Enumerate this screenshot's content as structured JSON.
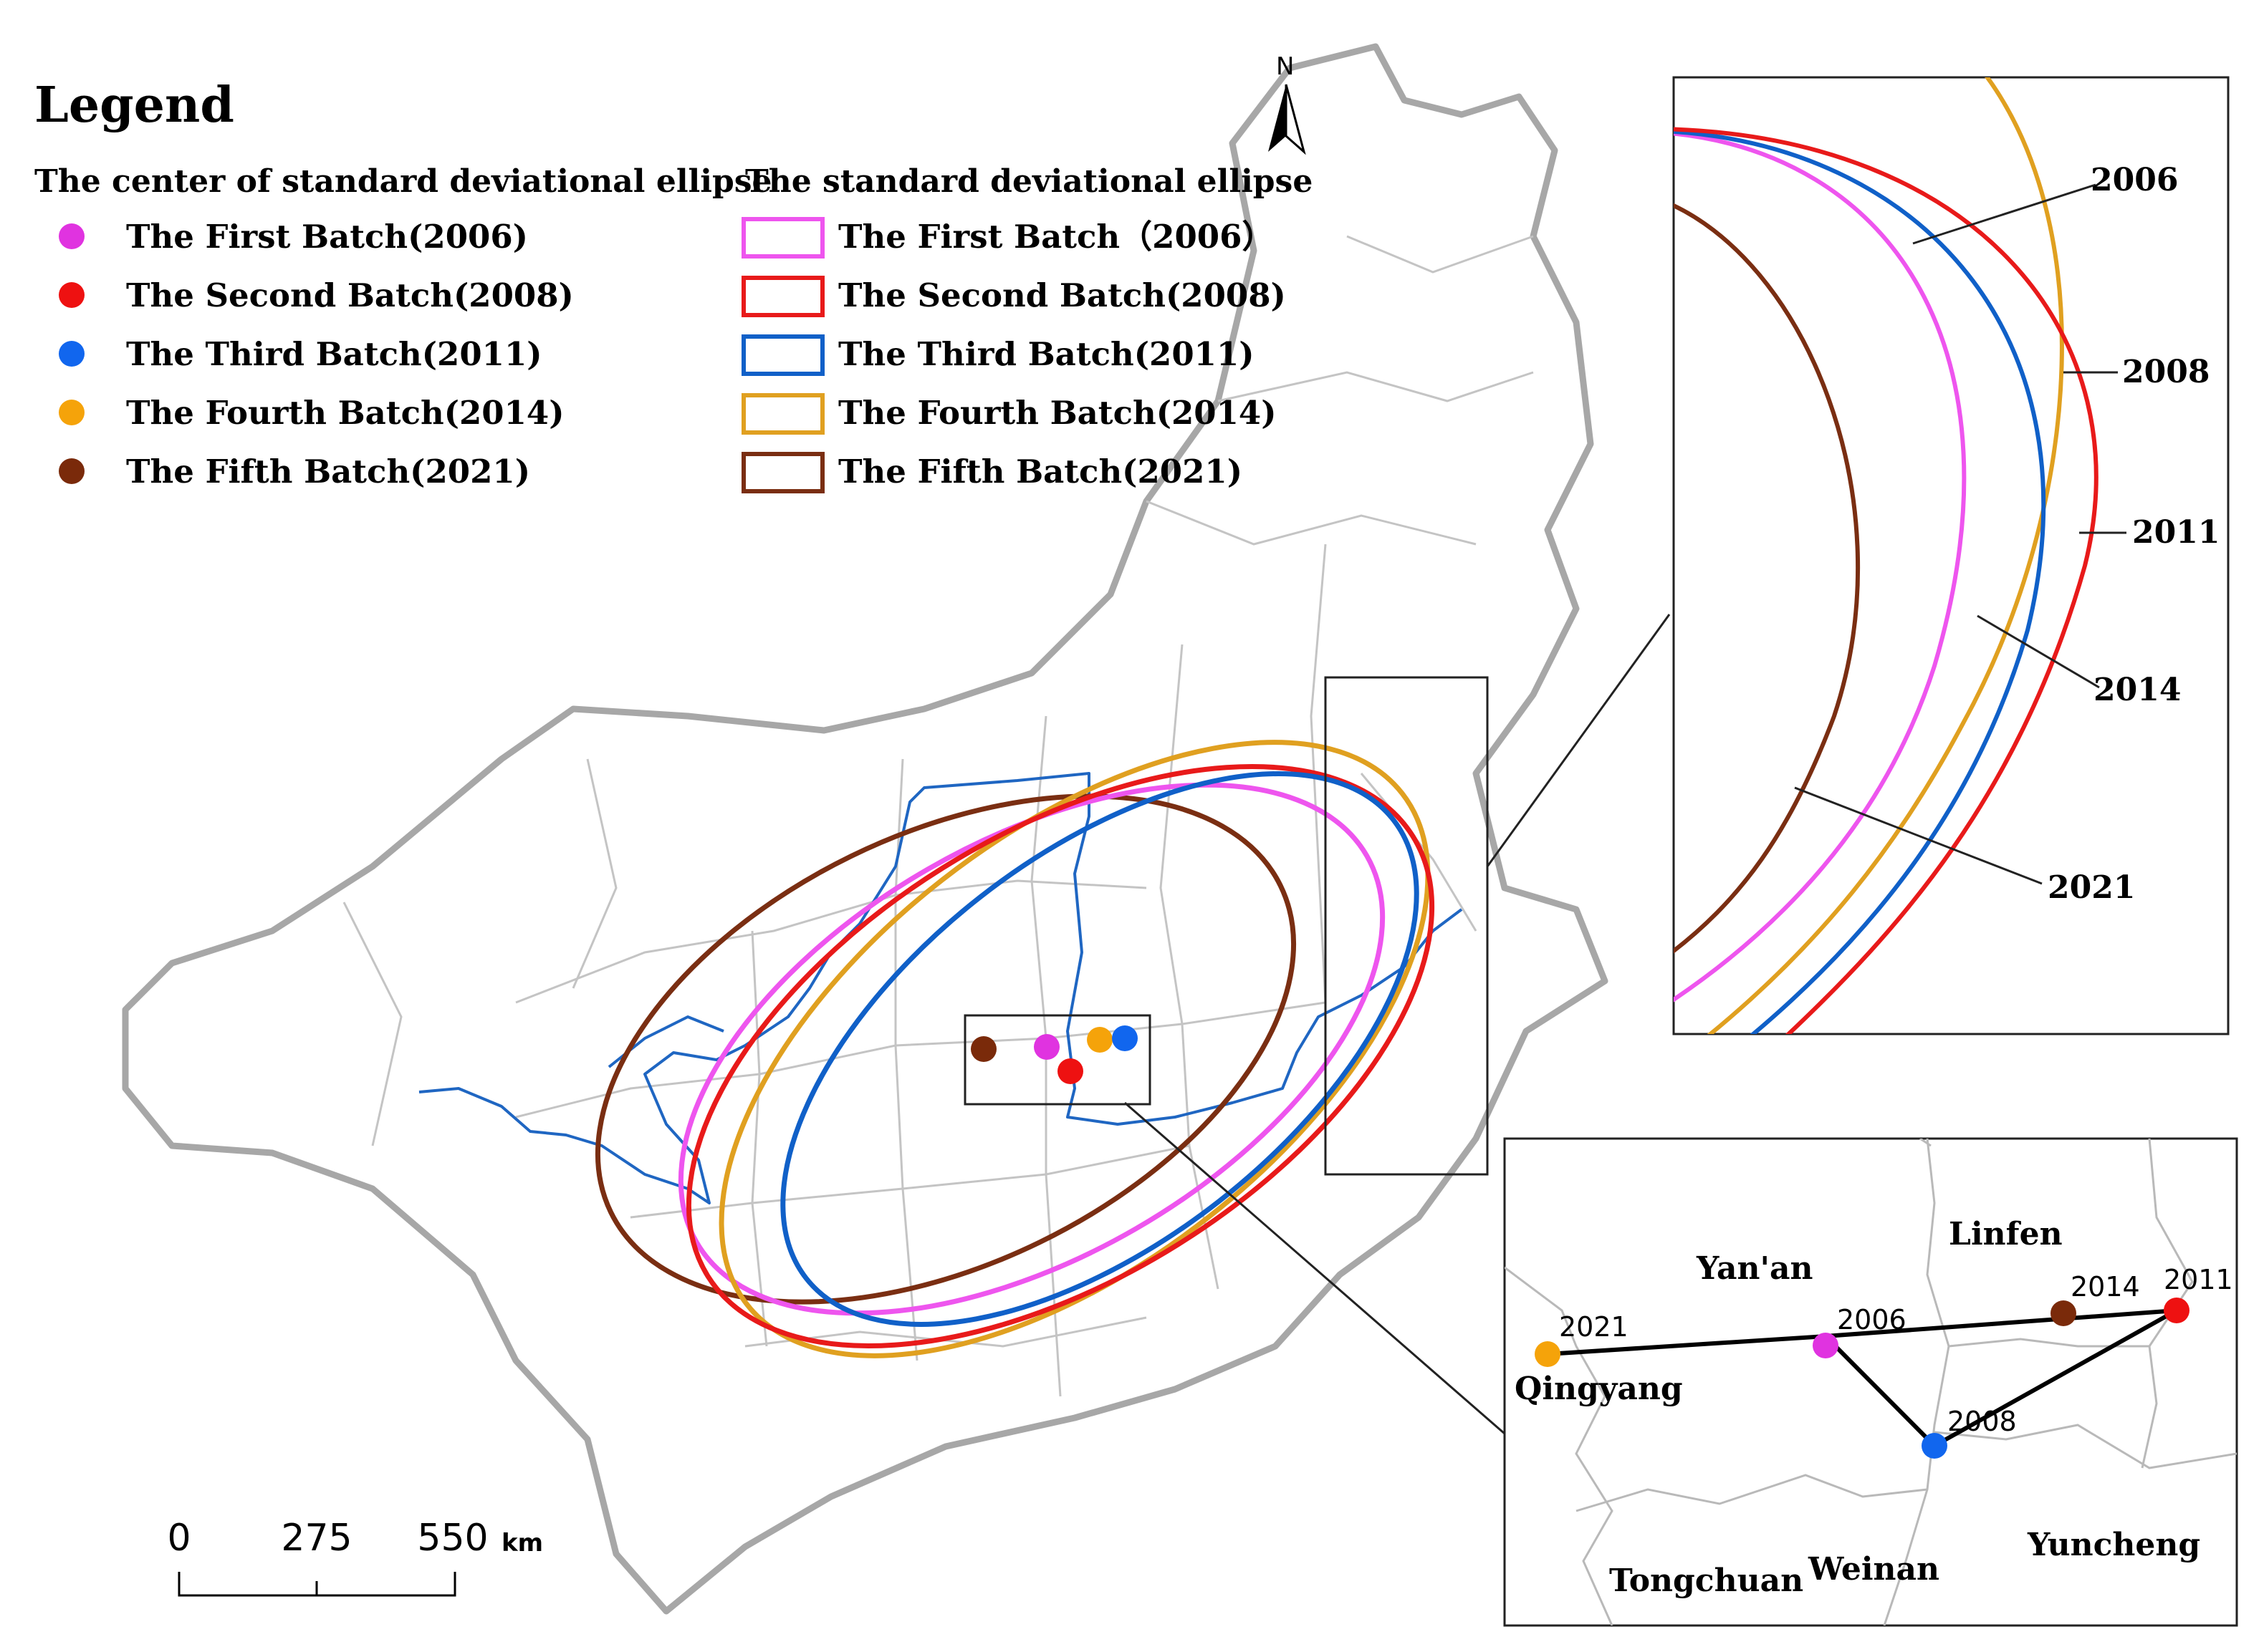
{
  "legend": {
    "title": "Legend",
    "center_heading": "The center of standard deviational ellipse",
    "ellipse_heading": "The standard deviational ellipse",
    "centers": [
      {
        "label": "The First Batch(2006)",
        "color": "#e033e0"
      },
      {
        "label": "The Second Batch(2008)",
        "color": "#ee1111"
      },
      {
        "label": "The Third Batch(2011)",
        "color": "#1166ee"
      },
      {
        "label": "The Fourth Batch(2014)",
        "color": "#f5a30a"
      },
      {
        "label": "The Fifth Batch(2021)",
        "color": "#7a2a0a"
      }
    ],
    "ellipses": [
      {
        "label": "The First Batch（2006）",
        "color": "#ee55ee"
      },
      {
        "label": "The Second Batch(2008)",
        "color": "#e81a1a"
      },
      {
        "label": "The Third Batch(2011)",
        "color": "#1060c8"
      },
      {
        "label": "The Fourth Batch(2014)",
        "color": "#e0a020"
      },
      {
        "label": "The Fifth Batch(2021)",
        "color": "#7a2e12"
      }
    ]
  },
  "north_arrow": {
    "label": "N"
  },
  "scale_bar": {
    "ticks": [
      "0",
      "275",
      "550"
    ],
    "unit": "km"
  },
  "zoom_ellipse": {
    "year_labels": [
      "2006",
      "2008",
      "2011",
      "2014",
      "2021"
    ]
  },
  "zoom_centers": {
    "cities": [
      "Linfen",
      "Yan'an",
      "Qingyang",
      "Tongchuan",
      "Weinan",
      "Yuncheng"
    ],
    "points": [
      {
        "year": "2021",
        "color": "#f5a30a"
      },
      {
        "year": "2006",
        "color": "#e033e0"
      },
      {
        "year": "2008",
        "color": "#1166ee"
      },
      {
        "year": "2014",
        "color": "#7a2a0a"
      },
      {
        "year": "2011",
        "color": "#ee1111"
      }
    ]
  }
}
